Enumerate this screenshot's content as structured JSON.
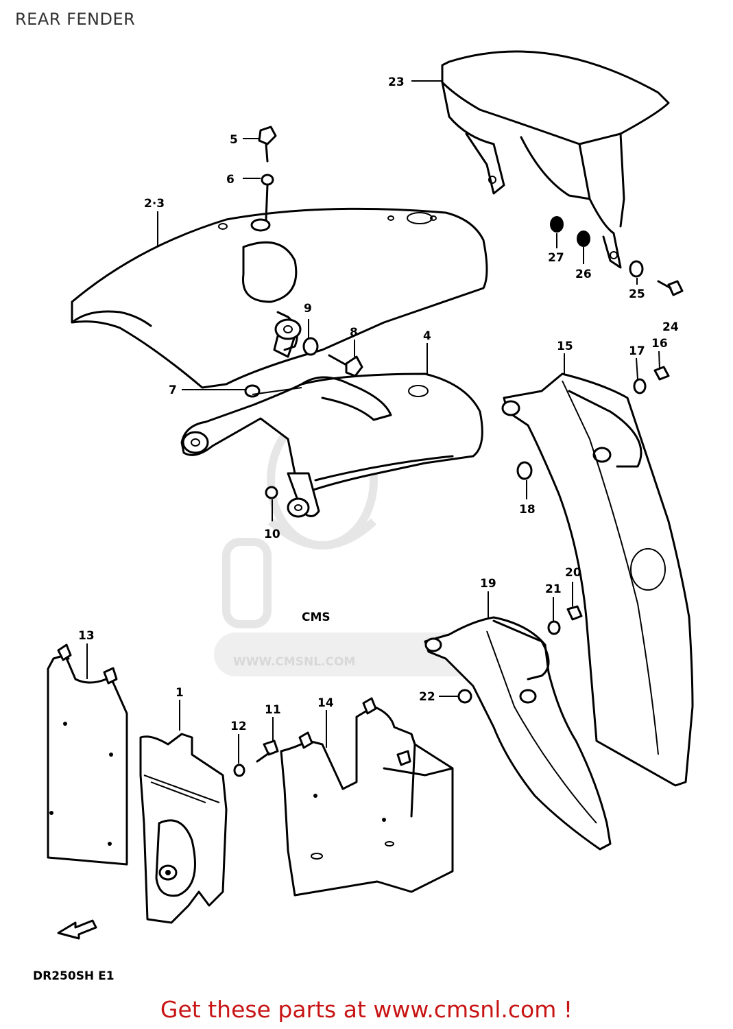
{
  "page": {
    "title": "REAR FENDER",
    "model_code": "DR250SH  E1",
    "footer": "Get these parts at www.cmsnl.com !",
    "watermark": {
      "logo": "CMS",
      "url": "WWW.CMSNL.COM"
    },
    "colors": {
      "footer_text": "#c81414",
      "line_art": "#000000",
      "watermark": "#e4e4e4"
    }
  },
  "callouts": {
    "c1": "1",
    "c23": "2·3",
    "c4": "4",
    "c5": "5",
    "c6": "6",
    "c7": "7",
    "c8": "8",
    "c9": "9",
    "c10": "10",
    "c11": "11",
    "c12": "12",
    "c13": "13",
    "c14": "14",
    "c15": "15",
    "c16": "16",
    "c17": "17",
    "c18": "18",
    "c19": "19",
    "c20": "20",
    "c21": "21",
    "c22": "22",
    "c23b": "23",
    "c24": "24",
    "c25": "25",
    "c26": "26",
    "c27": "27"
  }
}
